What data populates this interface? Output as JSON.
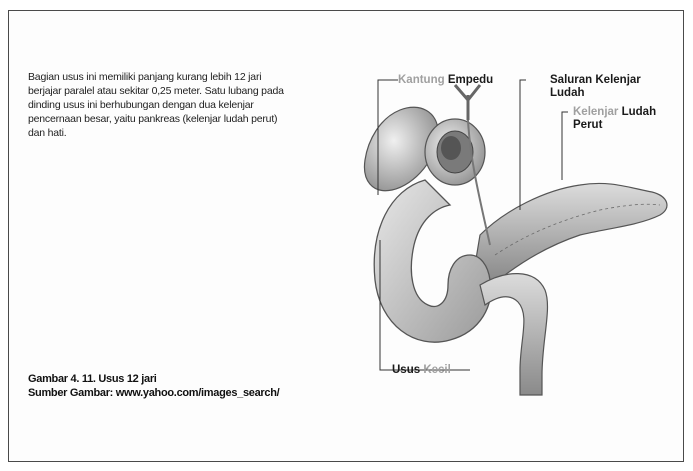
{
  "text": {
    "description": "Bagian usus ini memiliki panjang kurang lebih 12 jari berjajar paralel atau sekitar 0,25 meter. Satu lubang pada dinding usus ini berhubungan dengan dua kelenjar pencernaan besar, yaitu pankreas (kelenjar ludah perut) dan hati.",
    "caption_line1": "Gambar 4. 11.  Usus 12 jari",
    "caption_line2": "Sumber Gambar: www.yahoo.com/images_search/"
  },
  "labels": {
    "kantung_empedu": {
      "part1": "Kantung",
      "part2": "Empedu"
    },
    "saluran_kelenjar_ludah": {
      "line1": "Saluran Kelenjar",
      "line2": "Ludah"
    },
    "kelenjar_ludah_perut": {
      "part1": "Kelenjar",
      "part2": "Ludah",
      "line2": "Perut"
    },
    "usus_kecil": {
      "part1": "Usus",
      "part2": "Kecil"
    }
  }
}
